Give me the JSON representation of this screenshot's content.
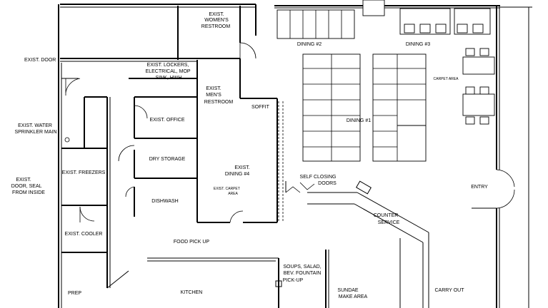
{
  "labels": {
    "exist_womens_restroom": [
      "EXIST.",
      "WOMEN'S",
      "RESTROOM"
    ],
    "exist_door": [
      "EXIST. DOOR"
    ],
    "exist_lockers": [
      "EXIST. LOCKERS,",
      "ELECTRICAL, MOP",
      "SINK, HWH"
    ],
    "exist_mens_restroom": [
      "EXIST.",
      "MEN'S",
      "RESTROOM"
    ],
    "exist_office": [
      "EXIST. OFFICE"
    ],
    "exist_water_sprinkler": [
      "EXIST. WATER",
      "SPRINKLER MAIN"
    ],
    "dry_storage": [
      "DRY STORAGE"
    ],
    "exist_freezers": [
      "EXIST. FREEZERS"
    ],
    "exist_door_seal": [
      "EXIST.",
      "DOOR, SEAL",
      "FROM INSIDE"
    ],
    "exist_dining_4": [
      "EXIST.",
      "DINING #4"
    ],
    "exist_carpet_area": [
      "EXIST. CARPET",
      "AREA"
    ],
    "dishwash": [
      "DISHWASH"
    ],
    "exist_cooler": [
      "EXIST. COOLER"
    ],
    "food_pick_up": [
      "FOOD PICK UP"
    ],
    "prep": [
      "PREP"
    ],
    "kitchen": [
      "KITCHEN"
    ],
    "soffit": [
      "SOFFIT"
    ],
    "self_closing_doors": [
      "SELF CLOSING",
      "DOORS"
    ],
    "dining_2": [
      "DINING #2"
    ],
    "dining_3": [
      "DINING #3"
    ],
    "carpet_area": [
      "CARPET AREA"
    ],
    "dining_1": [
      "DINING #1"
    ],
    "counter_service": [
      "COUNTER",
      "SERVICE"
    ],
    "soups_salad": [
      "SOUPS, SALAD,",
      "BEV. FOUNTAIN",
      "PICK-UP"
    ],
    "sundae_make_area": [
      "SUNDAE",
      "MAKE AREA"
    ],
    "entry": [
      "ENTRY"
    ],
    "carry_out": [
      "CARRY OUT"
    ]
  }
}
